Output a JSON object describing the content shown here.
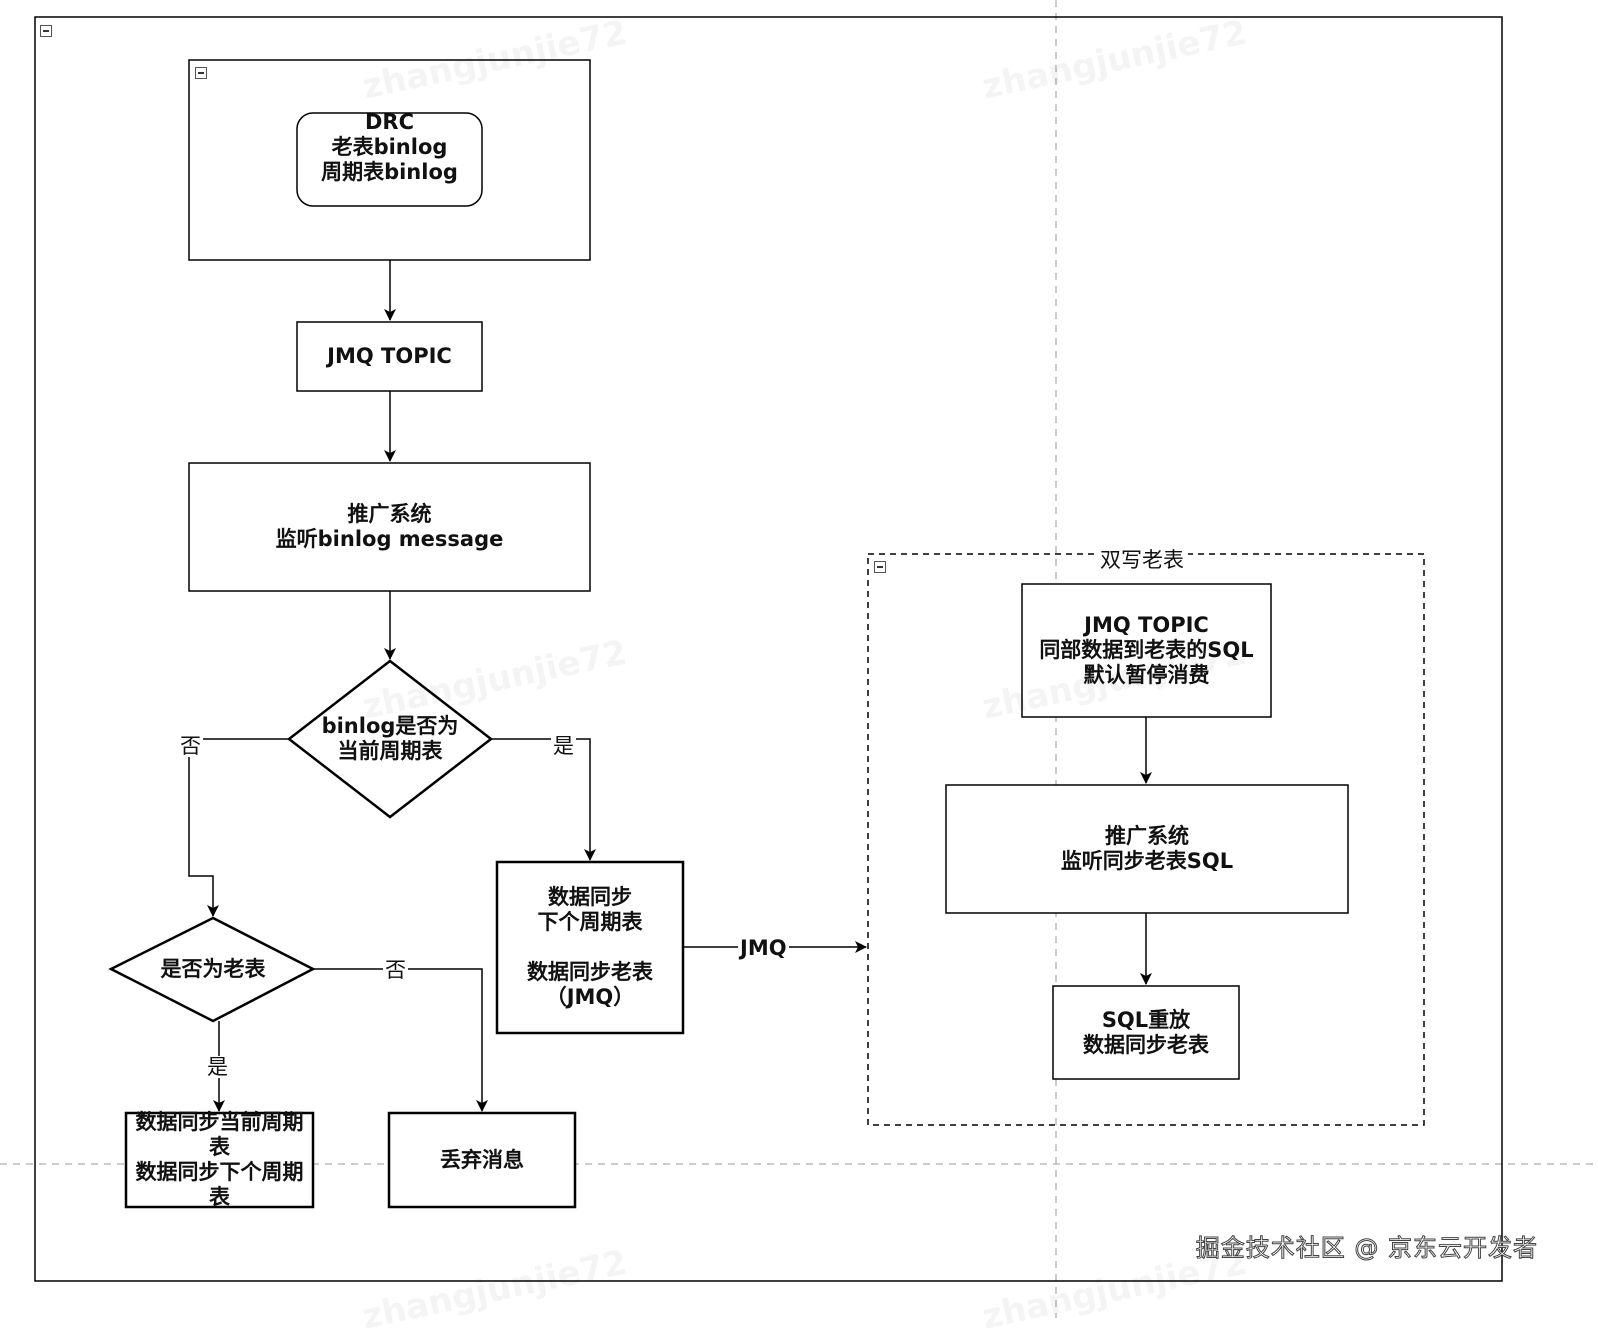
{
  "watermark_text": "zhangjunjie72",
  "footer": {
    "credit": "掘金技术社区 @ 京东云开发者"
  },
  "group_right": {
    "title": "双写老表"
  },
  "nodes": {
    "drc": "DRC\n老表binlog\n周期表binlog",
    "jmq_topic_1": "JMQ TOPIC",
    "listen_binlog": "推广系统\n监听binlog message",
    "decision_current": "binlog是否为\n当前周期表",
    "decision_old": "是否为老表",
    "sync_next": "数据同步\n下个周期表\n\n数据同步老表\n（JMQ）",
    "sync_current_next": "数据同步当前周期\n表\n数据同步下个周期\n表",
    "discard": "丢弃消息",
    "jmq_topic_2": "JMQ TOPIC\n同部数据到老表的SQL\n默认暂停消费",
    "listen_sql": "推广系统\n监听同步老表SQL",
    "sql_replay": "SQL重放\n数据同步老表"
  },
  "edges": {
    "no_1": "否",
    "yes_1": "是",
    "no_2": "否",
    "yes_2": "是",
    "jmq": "JMQ"
  }
}
